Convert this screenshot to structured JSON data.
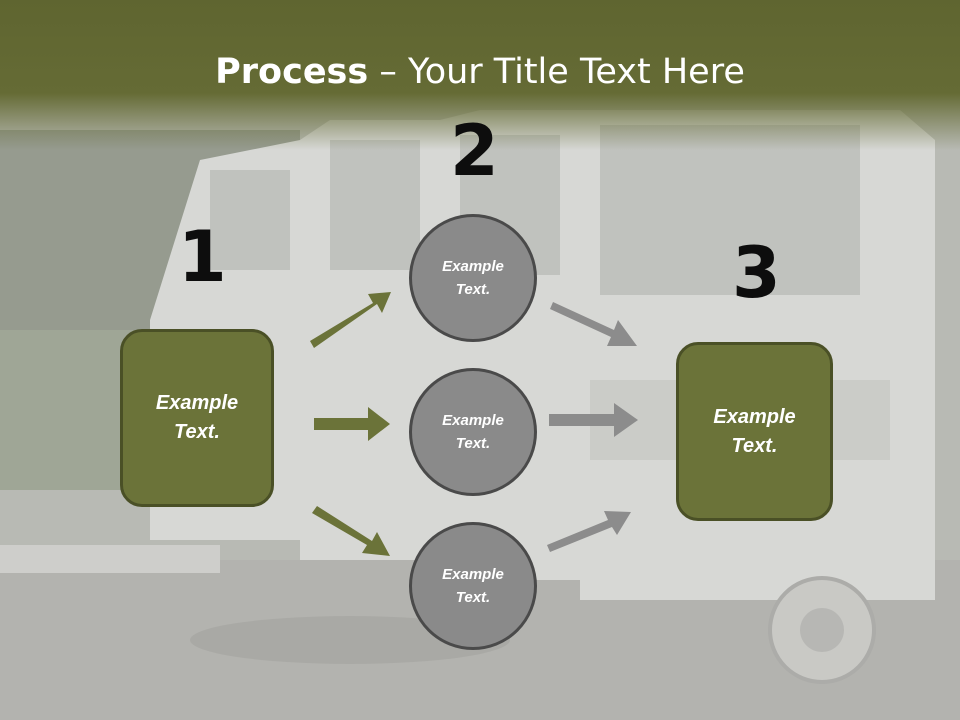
{
  "slide": {
    "title_bold": "Process",
    "title_rest": " – Your Title Text Here",
    "step_numbers": [
      "1",
      "2",
      "3"
    ],
    "left_box": "Example Text.",
    "circles": [
      "Example Text.",
      "Example Text.",
      "Example Text."
    ],
    "right_box": "Example Text."
  },
  "colors": {
    "title_bar": "#656b35",
    "box_fill": "#6b7339",
    "circle_fill": "#8a8a8a",
    "arrow_green": "#6b7339",
    "arrow_gray": "#8c8c8c"
  }
}
